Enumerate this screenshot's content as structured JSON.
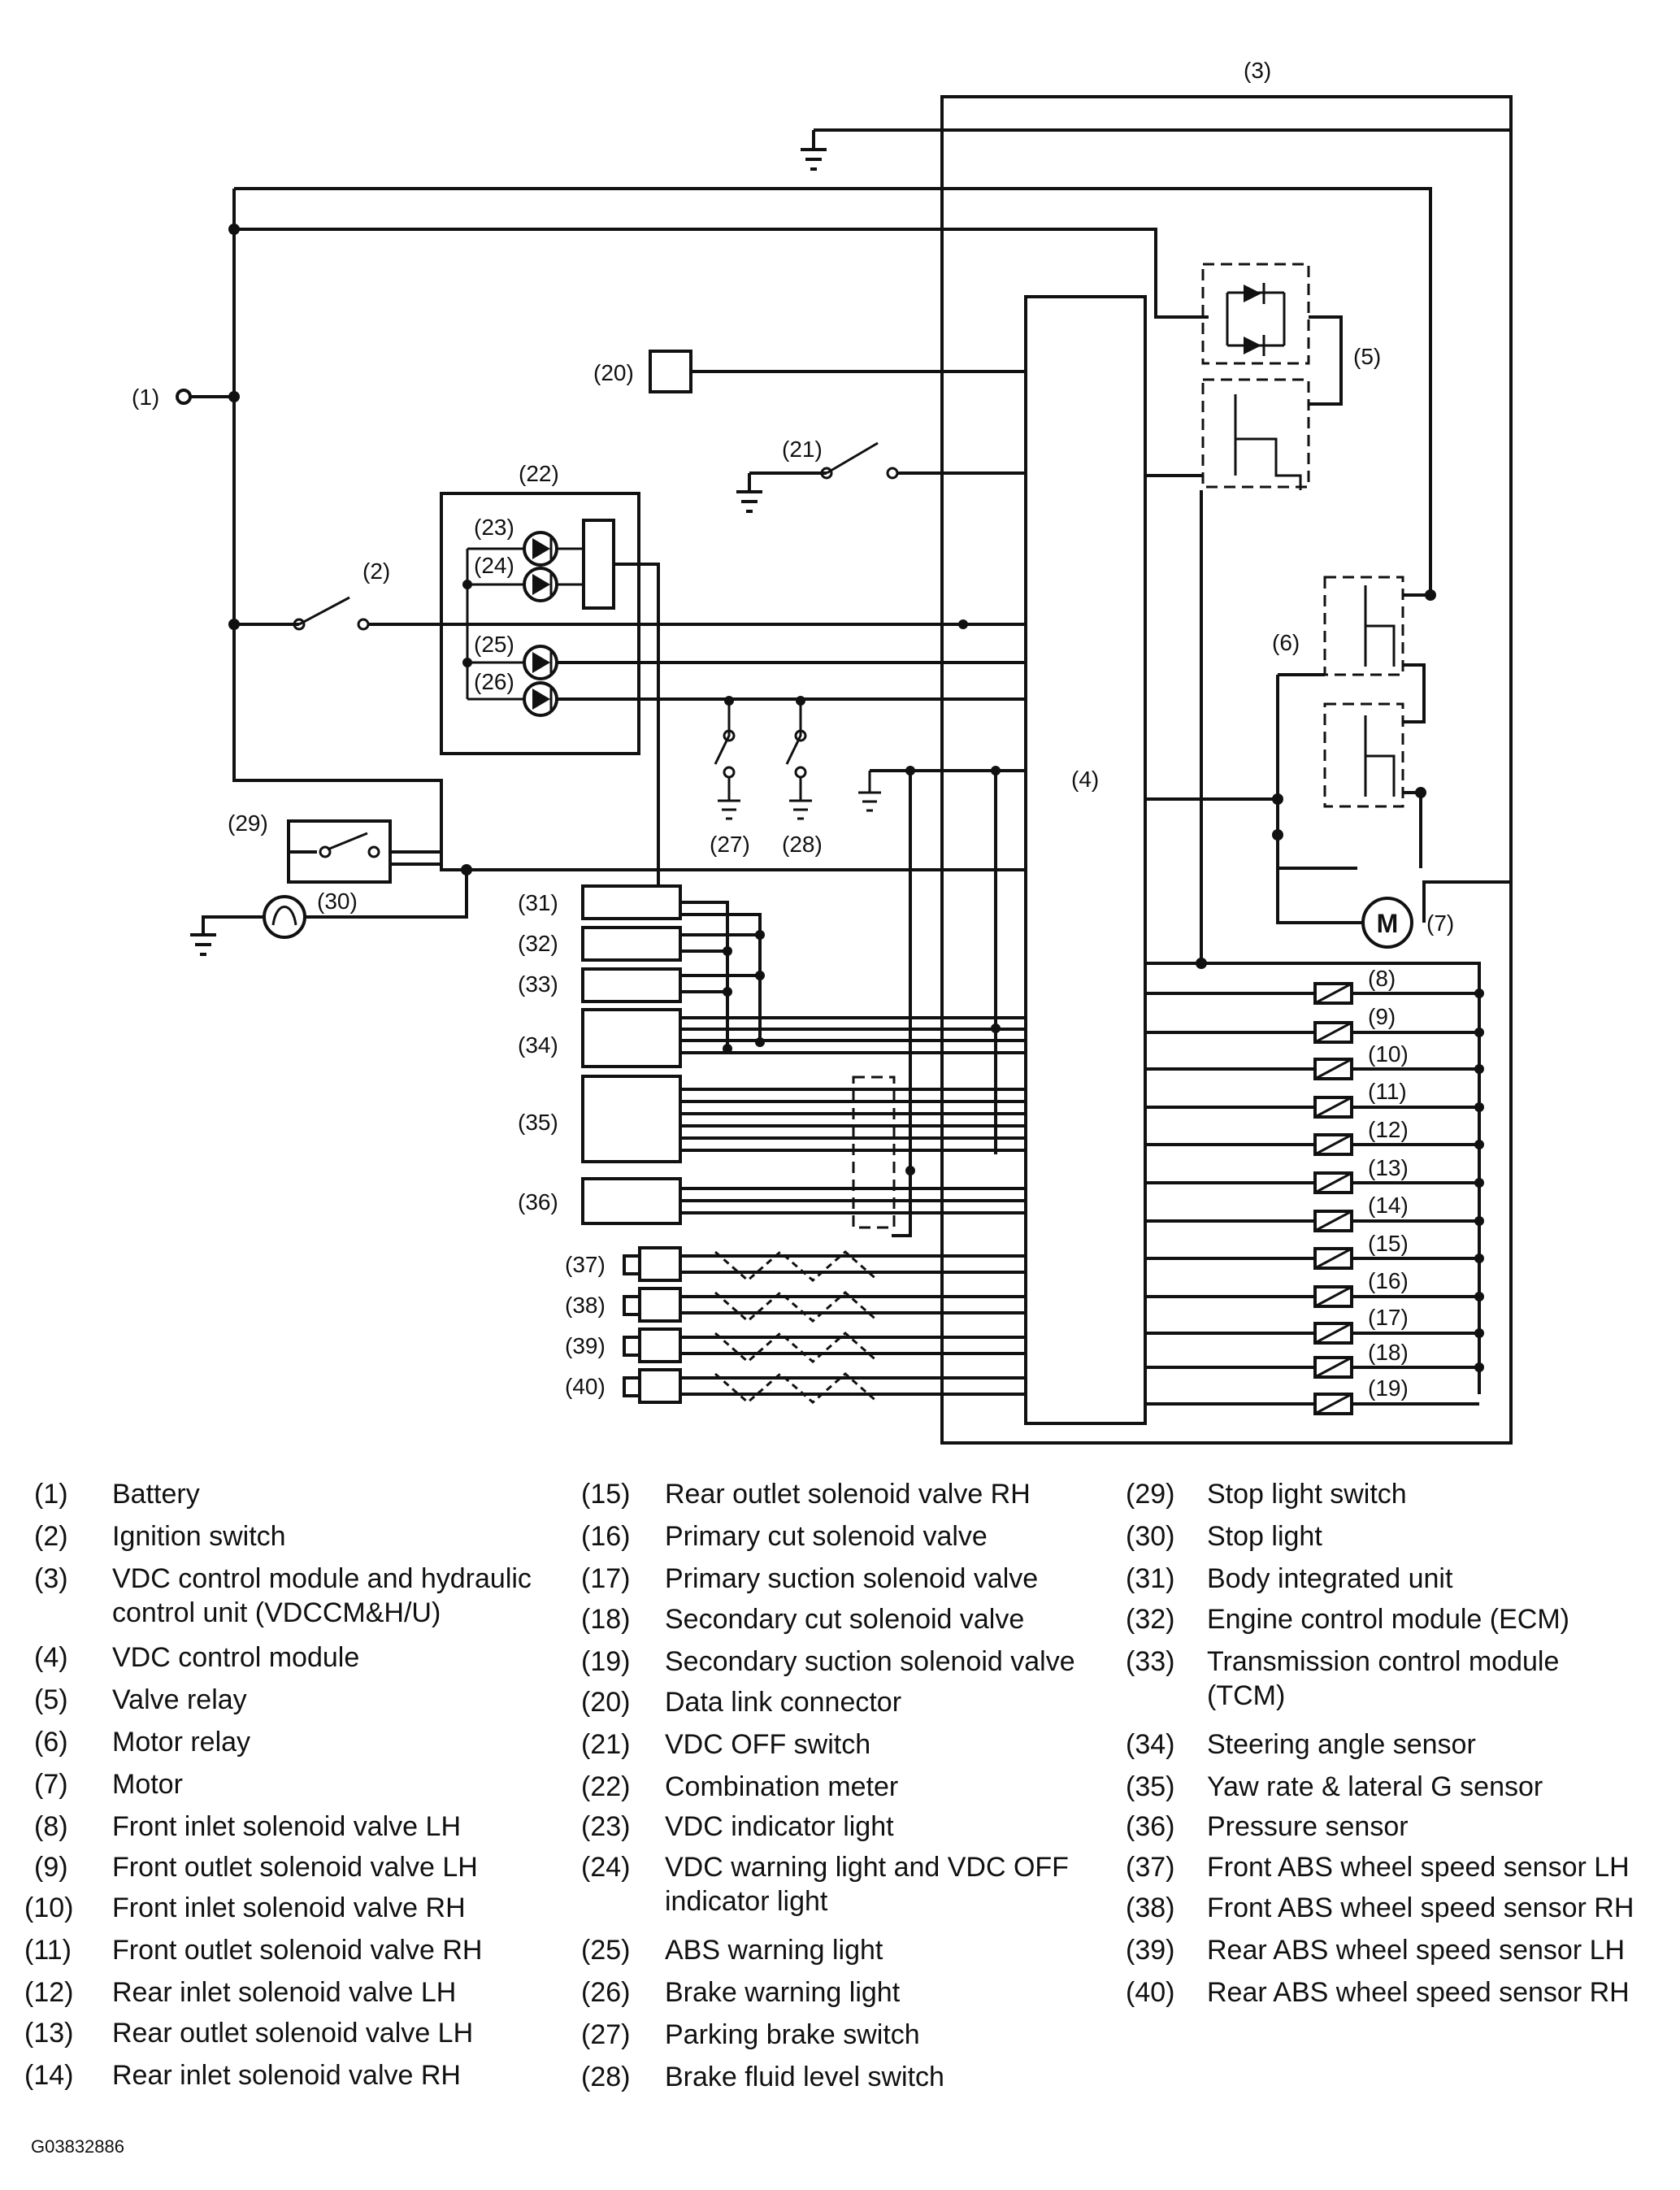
{
  "diagram": {
    "ref_labels": {
      "r1": "(1)",
      "r2": "(2)",
      "r3": "(3)",
      "r4": "(4)",
      "r5": "(5)",
      "r6": "(6)",
      "r7": "(7)",
      "r8": "(8)",
      "r9": "(9)",
      "r10": "(10)",
      "r11": "(11)",
      "r12": "(12)",
      "r13": "(13)",
      "r14": "(14)",
      "r15": "(15)",
      "r16": "(16)",
      "r17": "(17)",
      "r18": "(18)",
      "r19": "(19)",
      "r20": "(20)",
      "r21": "(21)",
      "r22": "(22)",
      "r23": "(23)",
      "r24": "(24)",
      "r25": "(25)",
      "r26": "(26)",
      "r27": "(27)",
      "r28": "(28)",
      "r29": "(29)",
      "r30": "(30)",
      "r31": "(31)",
      "r32": "(32)",
      "r33": "(33)",
      "r34": "(34)",
      "r35": "(35)",
      "r36": "(36)",
      "r37": "(37)",
      "r38": "(38)",
      "r39": "(39)",
      "r40": "(40)"
    },
    "motor_symbol": "M"
  },
  "legend": [
    {
      "num": "(1)",
      "text": "Battery"
    },
    {
      "num": "(2)",
      "text": "Ignition switch"
    },
    {
      "num": "(3)",
      "text": "VDC control module and hydraulic control unit (VDCCM&H/U)"
    },
    {
      "num": "(4)",
      "text": "VDC control module"
    },
    {
      "num": "(5)",
      "text": "Valve relay"
    },
    {
      "num": "(6)",
      "text": "Motor relay"
    },
    {
      "num": "(7)",
      "text": "Motor"
    },
    {
      "num": "(8)",
      "text": "Front inlet solenoid valve LH"
    },
    {
      "num": "(9)",
      "text": "Front outlet solenoid valve LH"
    },
    {
      "num": "(10)",
      "text": "Front inlet solenoid valve RH"
    },
    {
      "num": "(11)",
      "text": "Front outlet solenoid valve RH"
    },
    {
      "num": "(12)",
      "text": "Rear inlet solenoid valve LH"
    },
    {
      "num": "(13)",
      "text": "Rear outlet solenoid valve LH"
    },
    {
      "num": "(14)",
      "text": "Rear inlet solenoid valve RH"
    },
    {
      "num": "(15)",
      "text": "Rear outlet solenoid valve RH"
    },
    {
      "num": "(16)",
      "text": "Primary cut solenoid valve"
    },
    {
      "num": "(17)",
      "text": "Primary suction solenoid valve"
    },
    {
      "num": "(18)",
      "text": "Secondary cut solenoid valve"
    },
    {
      "num": "(19)",
      "text": "Secondary suction solenoid valve"
    },
    {
      "num": "(20)",
      "text": "Data link connector"
    },
    {
      "num": "(21)",
      "text": "VDC OFF switch"
    },
    {
      "num": "(22)",
      "text": "Combination meter"
    },
    {
      "num": "(23)",
      "text": "VDC indicator light"
    },
    {
      "num": "(24)",
      "text": "VDC warning light and VDC OFF indicator light"
    },
    {
      "num": "(25)",
      "text": "ABS warning light"
    },
    {
      "num": "(26)",
      "text": "Brake warning light"
    },
    {
      "num": "(27)",
      "text": "Parking brake switch"
    },
    {
      "num": "(28)",
      "text": "Brake fluid level switch"
    },
    {
      "num": "(29)",
      "text": "Stop light switch"
    },
    {
      "num": "(30)",
      "text": "Stop light"
    },
    {
      "num": "(31)",
      "text": "Body integrated unit"
    },
    {
      "num": "(32)",
      "text": "Engine control module (ECM)"
    },
    {
      "num": "(33)",
      "text": "Transmission control module (TCM)"
    },
    {
      "num": "(34)",
      "text": "Steering angle sensor"
    },
    {
      "num": "(35)",
      "text": "Yaw rate & lateral G sensor"
    },
    {
      "num": "(36)",
      "text": "Pressure sensor"
    },
    {
      "num": "(37)",
      "text": "Front ABS wheel speed sensor LH"
    },
    {
      "num": "(38)",
      "text": "Front ABS wheel speed sensor RH"
    },
    {
      "num": "(39)",
      "text": "Rear ABS wheel speed sensor LH"
    },
    {
      "num": "(40)",
      "text": "Rear ABS wheel speed sensor RH"
    }
  ],
  "figure_id": "G03832886"
}
